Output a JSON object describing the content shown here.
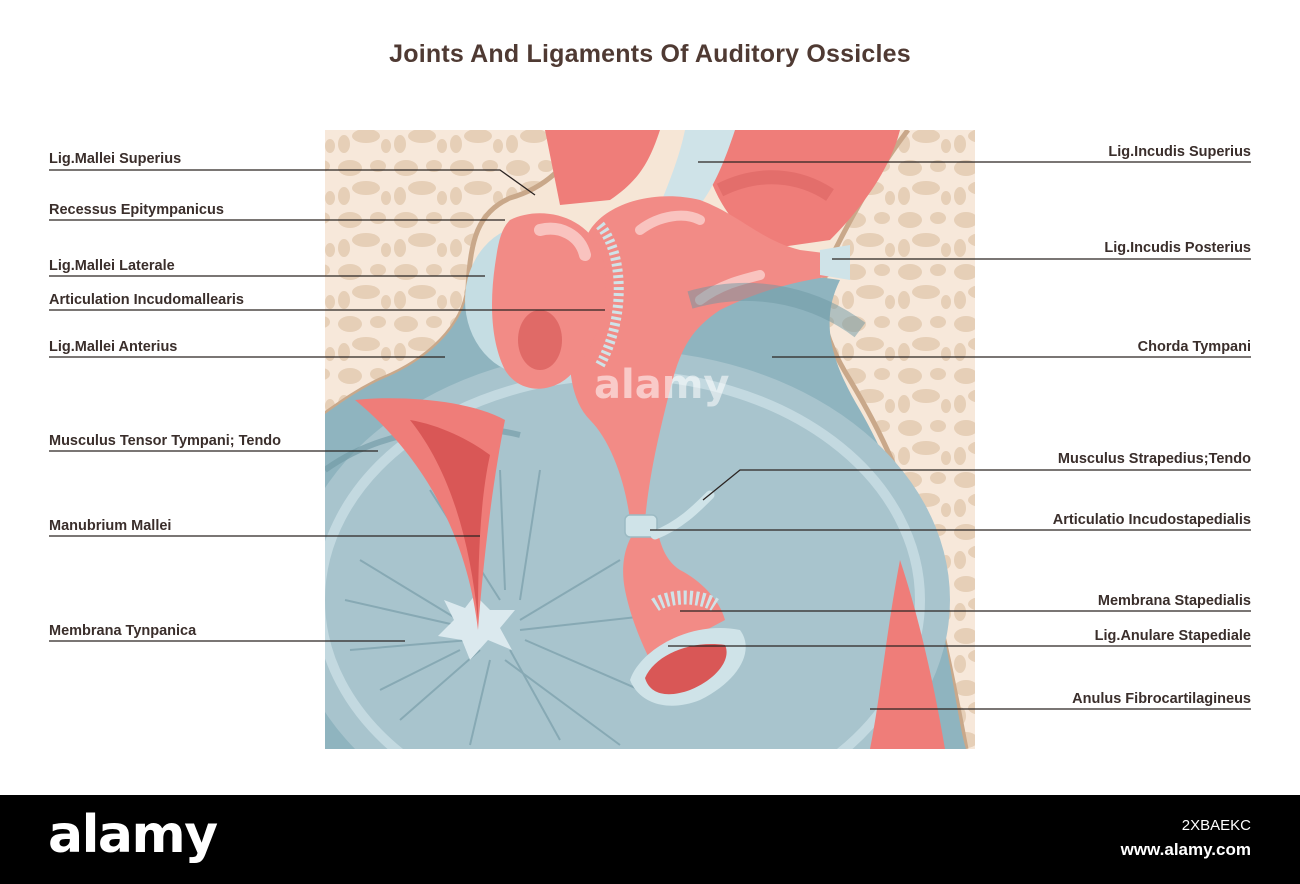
{
  "title": "Joints And Ligaments Of Auditory Ossicles",
  "labels_left": [
    "Lig.Mallei Superius",
    "Recessus Epitympanicus",
    "Lig.Mallei Laterale",
    "Articulation Incudomallearis",
    "Lig.Mallei Anterius",
    "Musculus Tensor Tympani; Tendo",
    "Manubrium Mallei",
    "Membrana Tynpanica"
  ],
  "labels_right": [
    "Lig.Incudis Superius",
    "Lig.Incudis Posterius",
    "Chorda Tympani",
    "Musculus Strapedius;Tendo",
    "Articulatio Incudostapedialis",
    "Membrana Stapedialis",
    "Lig.Anulare Stapediale",
    "Anulus Fibrocartilagineus"
  ],
  "colors": {
    "bone": "#f6e6d6",
    "bone_spots": "#e8d2bb",
    "tympanic_membrane": "#a9c4ce",
    "ossicle": "#f28b86",
    "ligament": "#cfe3e8",
    "title": "#4f3a33"
  },
  "watermark": "alamy",
  "footer": {
    "logo": "alamy",
    "image_id": "2XBAEKC",
    "url": "www.alamy.com"
  }
}
